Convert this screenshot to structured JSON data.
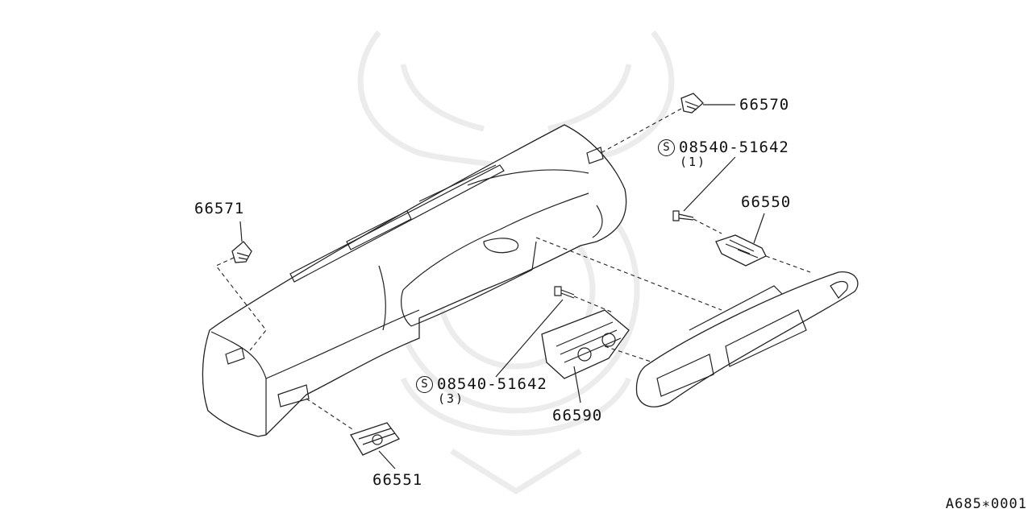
{
  "parts": {
    "p66570": "66570",
    "p66571": "66571",
    "p66550": "66550",
    "p66551": "66551",
    "p66590": "66590"
  },
  "screws": {
    "upper": {
      "symbol": "S",
      "number": "08540-51642",
      "qty": "(1)"
    },
    "lower": {
      "symbol": "S",
      "number": "08540-51642",
      "qty": "(3)"
    }
  },
  "diagram_code": "A685∗0001"
}
